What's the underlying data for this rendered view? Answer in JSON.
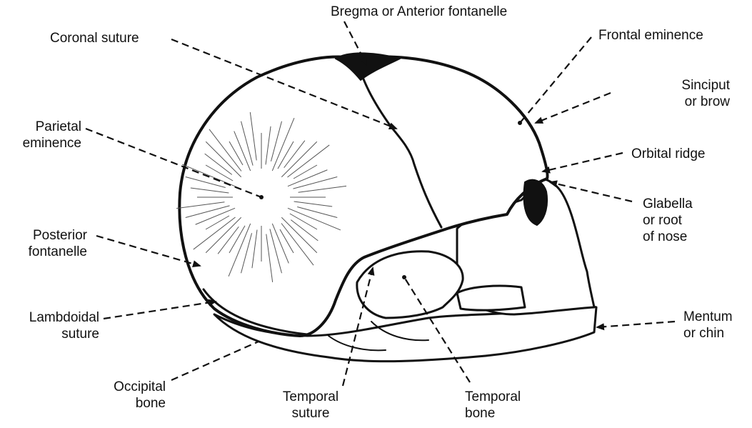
{
  "labels": {
    "bregma": [
      "Bregma or Anterior fontanelle"
    ],
    "coronal_suture": [
      "Coronal suture"
    ],
    "frontal_eminence": [
      "Frontal eminence"
    ],
    "sinciput": [
      "Sinciput",
      "or brow"
    ],
    "parietal_eminence": [
      "Parietal",
      "eminence"
    ],
    "orbital_ridge": [
      "Orbital ridge"
    ],
    "glabella": [
      "Glabella",
      "or root",
      "of nose"
    ],
    "posterior_fontanelle": [
      "Posterior",
      "fontanelle"
    ],
    "lambdoidal_suture": [
      "Lambdoidal",
      "suture"
    ],
    "mentum": [
      "Mentum",
      "or chin"
    ],
    "occipital_bone": [
      "Occipital",
      "bone"
    ],
    "temporal_suture": [
      "Temporal",
      "suture"
    ],
    "temporal_bone": [
      "Temporal",
      "bone"
    ]
  },
  "colors": {
    "ink": "#111111",
    "bone": "#ffffff",
    "background": "#ffffff"
  }
}
